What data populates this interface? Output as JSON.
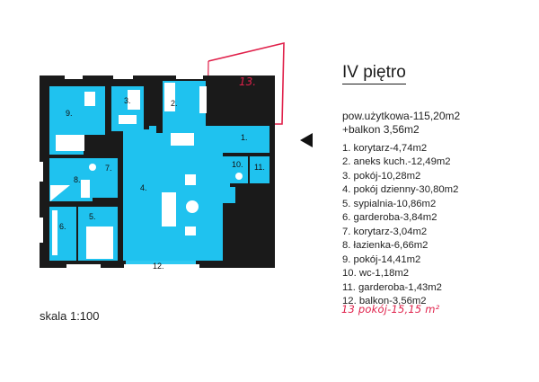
{
  "title": "IV piętro",
  "area": {
    "usable": "pow.użytkowa-115,20m2",
    "balcony": "+balkon 3,56m2"
  },
  "rooms": [
    "1. korytarz-4,74m2",
    "2. aneks kuch.-12,49m2",
    "3. pokój-10,28m2",
    "4. pokój dzienny-30,80m2",
    "5. sypialnia-10,86m2",
    "6. garderoba-3,84m2",
    "7. korytarz-3,04m2",
    "8. łazienka-6,66m2",
    "9. pokój-14,41m2",
    "10. wc-1,18m2",
    "11. garderoba-1,43m2",
    "12. balkon-3,56m2"
  ],
  "handwritten_note": "13 pokój-15,15 m²",
  "scale": "skala 1:100",
  "plan_labels": {
    "r1": "1.",
    "r2": "2.",
    "r3": "3.",
    "r4": "4.",
    "r5": "5.",
    "r6": "6.",
    "r7": "7.",
    "r8": "8.",
    "r9": "9.",
    "r10": "10.",
    "r11": "11.",
    "r12": "12.",
    "r13": "13."
  },
  "colors": {
    "room_fill": "#1fc2ef",
    "walls": "#1a1a1a",
    "annotation": "#e0204a"
  },
  "icons": [
    "entrance-arrow-icon"
  ]
}
